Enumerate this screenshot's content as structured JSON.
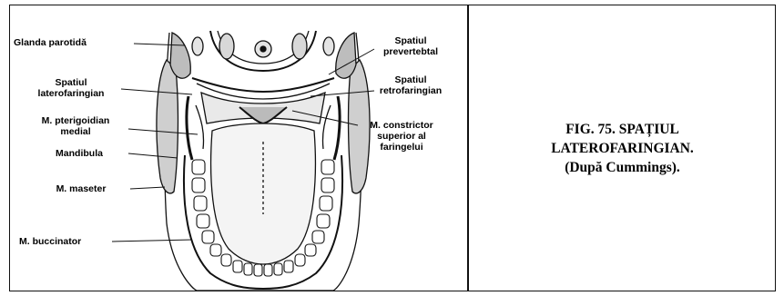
{
  "labels": {
    "glanda_parotida": "Glanda parotidă",
    "spatiul_laterofaringian_1": "Spatiul",
    "spatiul_laterofaringian_2": "laterofaringian",
    "m_pterigoidian_1": "M. pterigoidian",
    "m_pterigoidian_2": "medial",
    "mandibula": "Mandibula",
    "m_maseter": "M. maseter",
    "m_buccinator": "M. buccinator",
    "spatiul_prevertebral_1": "Spatiul",
    "spatiul_prevertebral_2": "prevertebtal",
    "spatiul_retrofaringian_1": "Spatiul",
    "spatiul_retrofaringian_2": "retrofaringian",
    "m_constrictor_1": "M. constrictor",
    "m_constrictor_2": "superior al",
    "m_constrictor_3": "faringelui"
  },
  "caption": {
    "line1": "FIG. 75. SPAȚIUL",
    "line2": "LATEROFARINGIAN.",
    "line3": "(După Cummings)."
  }
}
